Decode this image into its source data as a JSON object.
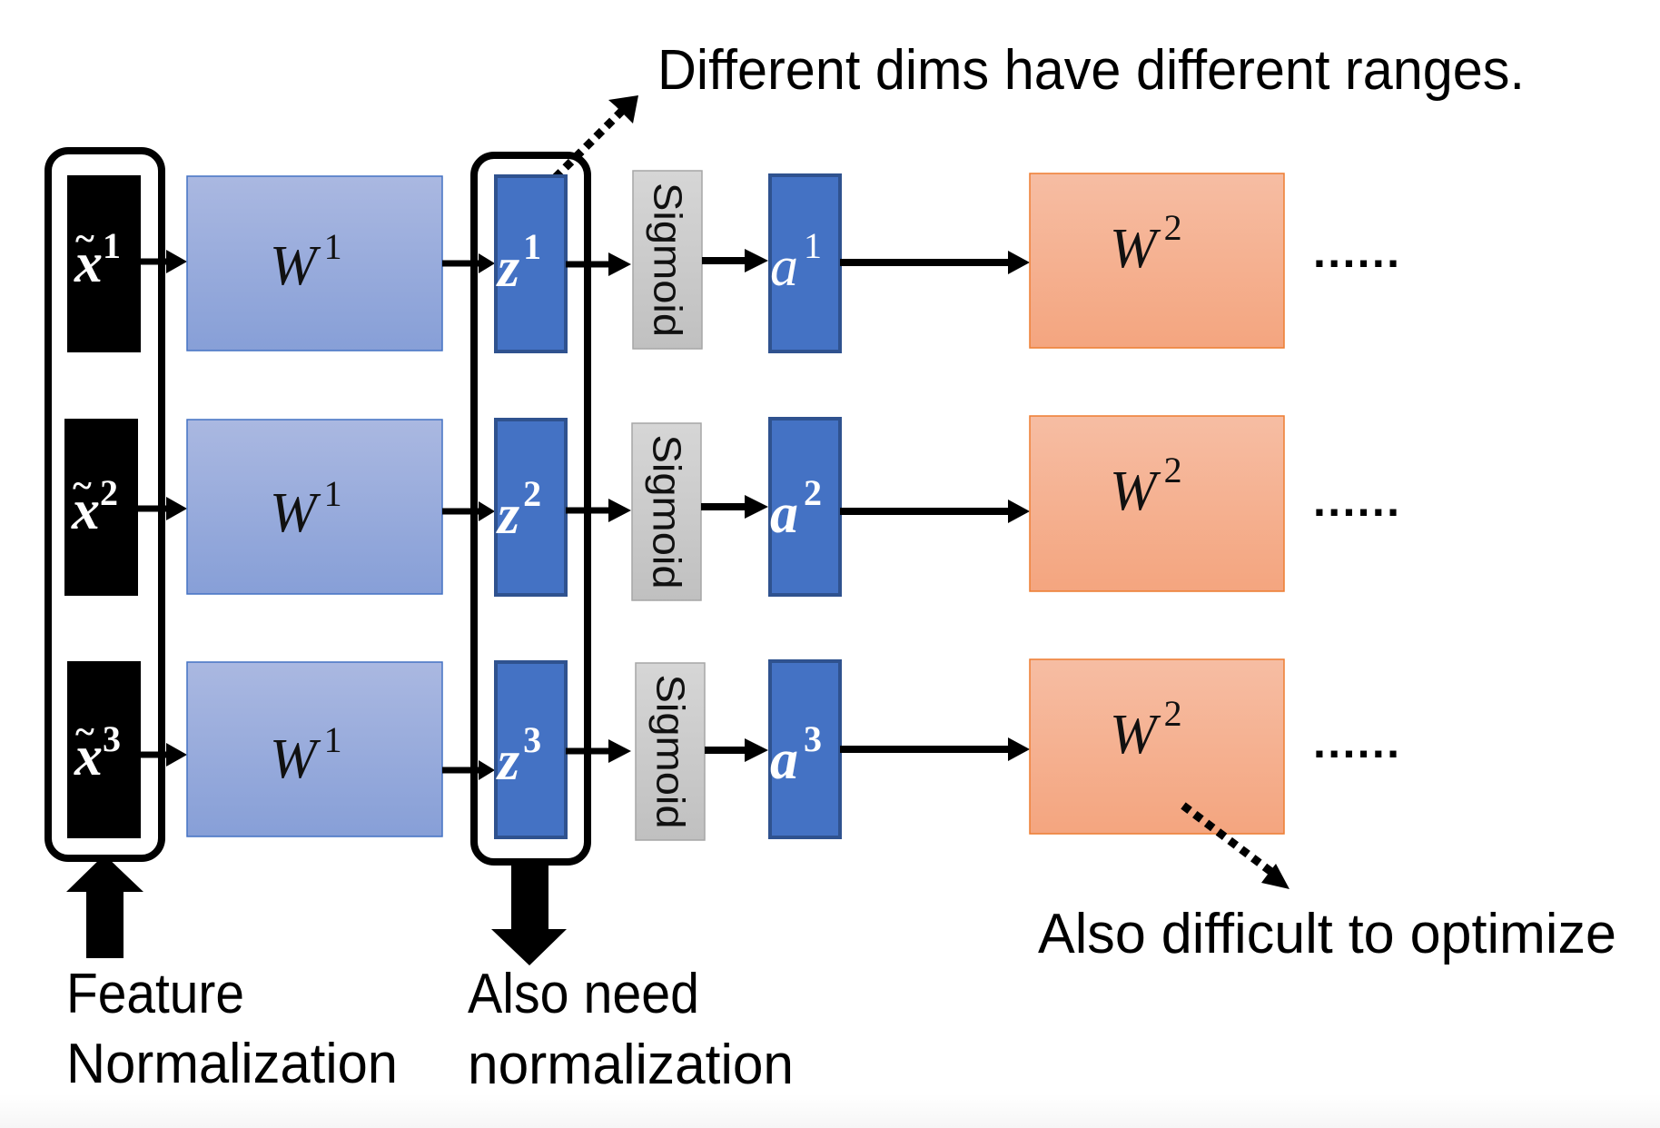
{
  "annotations": {
    "top": "Different dims have different ranges.",
    "bottom_right": "Also difficult to optimize",
    "feature_norm_line1": "Feature",
    "feature_norm_line2": "Normalization",
    "also_need_line1": "Also need",
    "also_need_line2": "normalization"
  },
  "rows": [
    {
      "input": {
        "symbol": "x",
        "tilde": "~",
        "sup": "1"
      },
      "weight1": {
        "symbol": "W",
        "sup": "1"
      },
      "z": {
        "symbol": "z",
        "sup": "1"
      },
      "activation_label": "Sigmoid",
      "a": {
        "symbol": "a",
        "sup": "1"
      },
      "weight2": {
        "symbol": "W",
        "sup": "2"
      },
      "continuation": "......"
    },
    {
      "input": {
        "symbol": "x",
        "tilde": "~",
        "sup": "2"
      },
      "weight1": {
        "symbol": "W",
        "sup": "1"
      },
      "z": {
        "symbol": "z",
        "sup": "2"
      },
      "activation_label": "Sigmoid",
      "a": {
        "symbol": "a",
        "sup": "2"
      },
      "weight2": {
        "symbol": "W",
        "sup": "2"
      },
      "continuation": "......"
    },
    {
      "input": {
        "symbol": "x",
        "tilde": "~",
        "sup": "3"
      },
      "weight1": {
        "symbol": "W",
        "sup": "1"
      },
      "z": {
        "symbol": "z",
        "sup": "3"
      },
      "activation_label": "Sigmoid",
      "a": {
        "symbol": "a",
        "sup": "3"
      },
      "weight2": {
        "symbol": "W",
        "sup": "2"
      },
      "continuation": "......"
    }
  ],
  "colors": {
    "input_fill": "#000000",
    "w1_fill_top": "#aab8e1",
    "w1_fill_bottom": "#879fd7",
    "w1_border": "#4472c4",
    "z_a_fill": "#4472c4",
    "z_a_border": "#2f528f",
    "sigmoid_fill": "#c8c8c8",
    "sigmoid_border": "#a6a6a6",
    "w2_fill_top": "#f6bda3",
    "w2_fill_bottom": "#f4a57f",
    "w2_border": "#ed7d31"
  }
}
